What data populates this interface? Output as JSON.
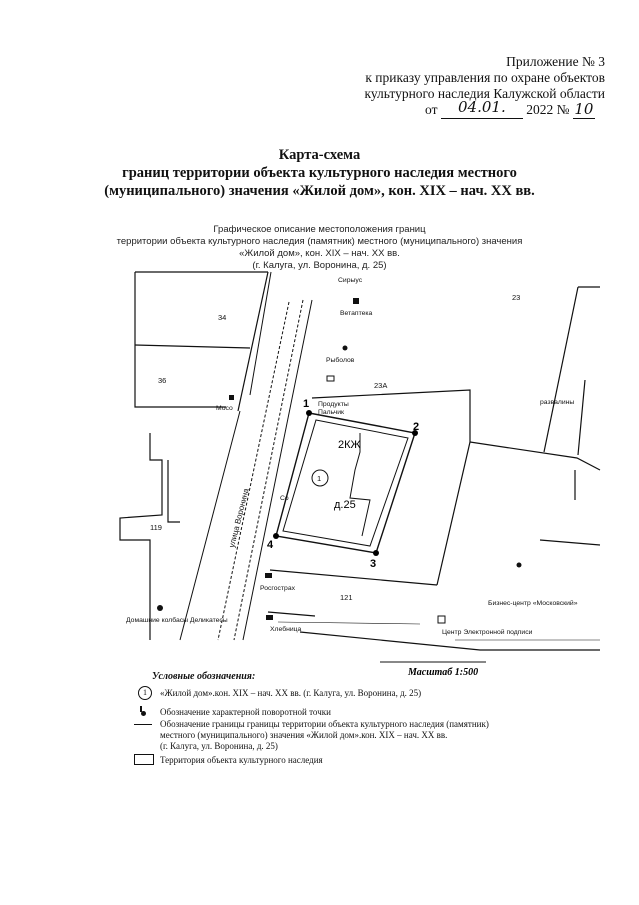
{
  "header": {
    "line1": "Приложение № 3",
    "line2": "к приказу управления по охране объектов",
    "line3": "культурного наследия Калужской области",
    "date_prefix": "от",
    "date_handwritten": "04.01.",
    "year_text": "2022 №",
    "number_handwritten": "10"
  },
  "title": {
    "line1": "Карта-схема",
    "line2": "границ территории объекта культурного наследия местного",
    "line3": "(муниципального) значения «Жилой дом», кон. XIX – нач. XX вв."
  },
  "subtitle": {
    "line1": "Графическое описание местоположения границ",
    "line2": "территории объекта культурного наследия (памятник) местного (муниципального) значения",
    "line3": "«Жилой дом», кон. XIX – нач. XX вв.",
    "line4": "(г. Калуга, ул. Воронина, д. 25)"
  },
  "map": {
    "street_label": "улица Воронина",
    "object_circle_label": "1",
    "object_house_label": "д.25",
    "object_floors_label": "2КЖ",
    "points": [
      "1",
      "2",
      "3",
      "4"
    ],
    "lot_labels": [
      "34",
      "36",
      "23",
      "23А",
      "119",
      "121"
    ],
    "poi": {
      "shop_top": "Сирыус",
      "pharmacy": "Ветаптека",
      "fishing": "Рыболов",
      "products": "Продукты",
      "products2": "Пальчик",
      "mts": "Мосо",
      "sausages": "Домашние колбасы Деликатесы",
      "rosgostrakh": "Росгострах",
      "bakery": "Хлебница",
      "business_center": "Бизнес-центр «Московский»",
      "e_signature": "Центр Электронной подписи",
      "right_edge": "развалины",
      "fragment": "Со"
    },
    "scale_label": "Масштаб 1:500"
  },
  "legend": {
    "title": "Условные обозначения:",
    "item1_symbol": "1",
    "item1_text": "«Жилой дом».кон. XIX – нач. XX вв. (г. Калуга, ул. Воронина, д. 25)",
    "item2_text": "Обозначение характерной поворотной точки",
    "item3_line1": "Обозначение границы границы территории объекта культурного наследия (памятник)",
    "item3_line2": "местного (муниципального) значения «Жилой дом».кон. XIX – нач. XX вв.",
    "item3_line3": "(г. Калуга, ул. Воронина, д. 25)",
    "item4_text": "Территория объекта культурного наследия"
  }
}
